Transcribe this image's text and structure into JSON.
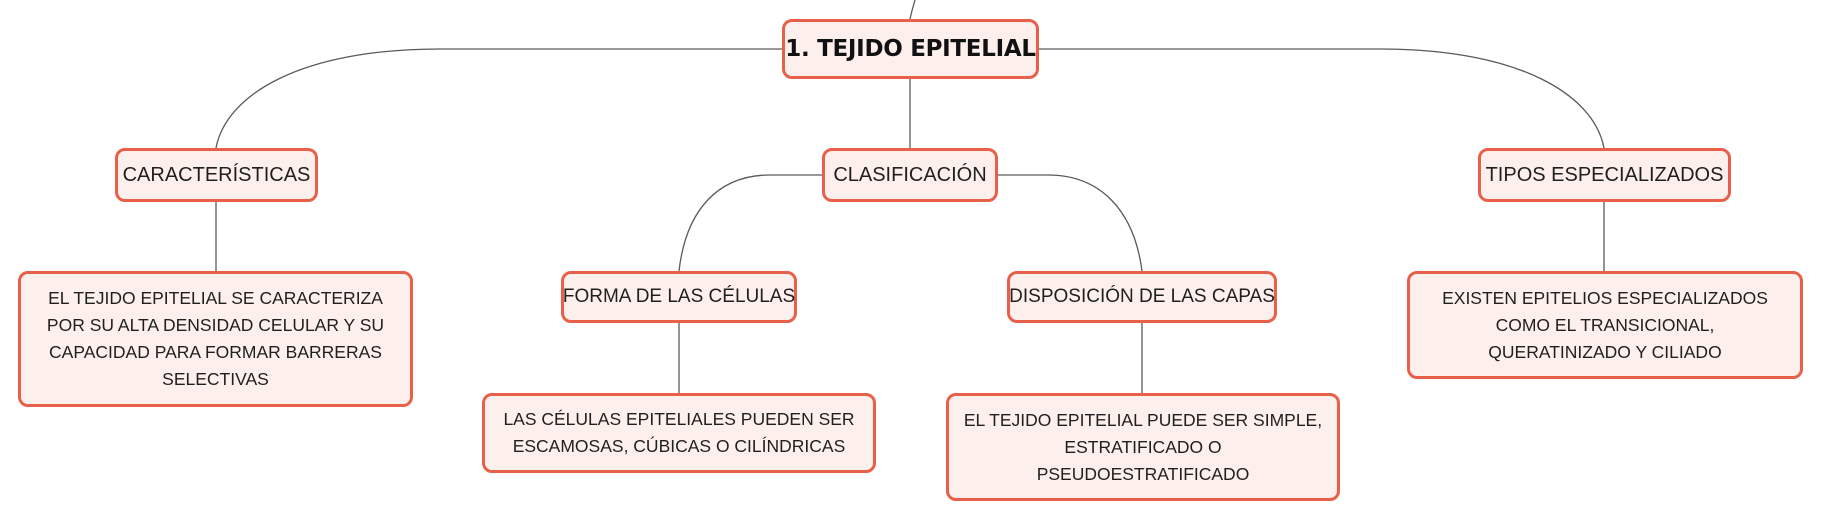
{
  "mindmap": {
    "root": {
      "label": "1. TEJIDO EPITELIAL"
    },
    "branches": {
      "caracteristicas": {
        "label": "CARACTERÍSTICAS",
        "detail": "EL TEJIDO EPITELIAL SE CARACTERIZA POR SU ALTA DENSIDAD CELULAR Y SU CAPACIDAD PARA FORMAR BARRERAS SELECTIVAS"
      },
      "clasificacion": {
        "label": "CLASIFICACIÓN",
        "children": {
          "forma": {
            "label": "FORMA DE LAS CÉLULAS",
            "detail": "LAS CÉLULAS EPITELIALES PUEDEN SER ESCAMOSAS, CÚBICAS O CILÍNDRICAS"
          },
          "disposicion": {
            "label": "DISPOSICIÓN DE LAS CAPAS",
            "detail": "EL TEJIDO EPITELIAL PUEDE SER SIMPLE, ESTRATIFICADO O PSEUDOESTRATIFICADO"
          }
        }
      },
      "tipos": {
        "label": "TIPOS ESPECIALIZADOS",
        "detail": "EXISTEN EPITELIOS ESPECIALIZADOS COMO EL TRANSICIONAL, QUERATINIZADO Y CILIADO"
      }
    },
    "colors": {
      "node_border": "#e8604a",
      "node_fill": "#fdf0ec",
      "connector": "#5a5a5a",
      "text": "#1f1f1f"
    }
  }
}
